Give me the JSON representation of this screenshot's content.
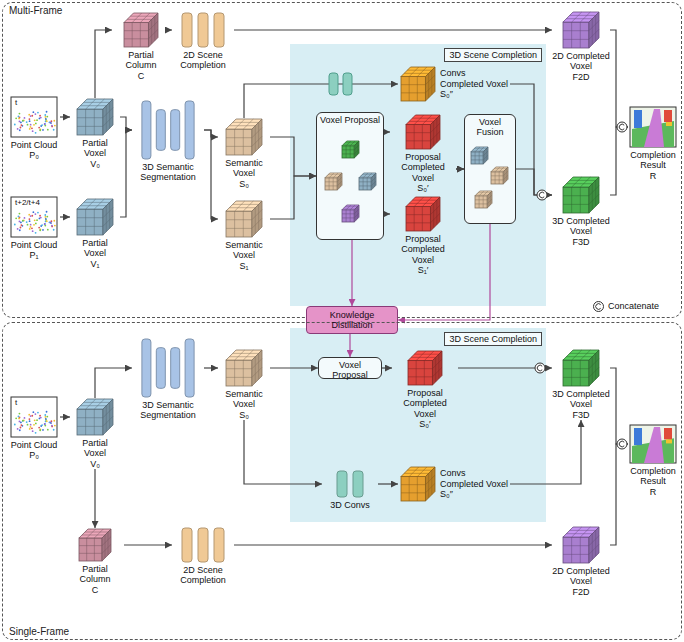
{
  "diagram": {
    "nodes": [
      {
        "text": [
          "Multi-Frame"
        ]
      },
      {
        "text": [
          "t",
          "Point Cloud",
          "P₀"
        ],
        "in": 0
      },
      {
        "text": [
          "t+2/t+4",
          "Point Cloud",
          "P₁"
        ],
        "in": 0
      },
      {
        "text": [
          "Partial Voxel",
          "V₀"
        ],
        "in": 0
      },
      {
        "text": [
          "Partial Voxel",
          "V₁"
        ],
        "in": 0
      },
      {
        "text": [
          "Partial Column",
          "C"
        ],
        "in": 0
      },
      {
        "text": [
          "2D Scene Completion"
        ],
        "in": 0
      },
      {
        "text": [
          "3D Semantic Segmentation"
        ],
        "in": 0
      },
      {
        "text": [
          "Semantic Voxel",
          "S₀"
        ],
        "in": 0
      },
      {
        "text": [
          "Semantic Voxel",
          "S₁"
        ],
        "in": 0
      },
      {
        "text": [
          "3D Scene Completion"
        ],
        "in": 0
      },
      {
        "text": [
          "Convs Completed Voxel",
          "S₀″"
        ],
        "in": 10
      },
      {
        "text": [
          "Voxel Proposal"
        ],
        "in": 10
      },
      {
        "text": [
          "Proposal Completed Voxel",
          "S₀′"
        ],
        "in": 10
      },
      {
        "text": [
          "Proposal Completed Voxel",
          "S₁′"
        ],
        "in": 10
      },
      {
        "text": [
          "Voxel Fusion"
        ],
        "in": 10
      },
      {
        "text": [
          "2D Completed Voxel",
          "F2D"
        ],
        "in": 0
      },
      {
        "text": [
          "3D Completed Voxel",
          "F3D"
        ],
        "in": 0
      },
      {
        "text": [
          "Completion Result",
          "R"
        ],
        "in": 0
      },
      {
        "text": [
          "Knowledge Distillation"
        ]
      },
      {
        "text": [
          "Single-Frame"
        ]
      },
      {
        "text": [
          "t",
          "Point Cloud",
          "P₀"
        ],
        "in": 20
      },
      {
        "text": [
          "Partial Voxel",
          "V₀"
        ],
        "in": 20
      },
      {
        "text": [
          "3D Semantic Segmentation"
        ],
        "in": 20
      },
      {
        "text": [
          "Semantic Voxel",
          "S₀"
        ],
        "in": 20
      },
      {
        "text": [
          "3D Scene Completion"
        ],
        "in": 20
      },
      {
        "text": [
          "Voxel Proposal"
        ],
        "in": 25
      },
      {
        "text": [
          "Proposal Completed Voxel",
          "S₀′"
        ],
        "in": 25
      },
      {
        "text": [
          "3D Convs"
        ],
        "in": 25
      },
      {
        "text": [
          "Convs Completed Voxel",
          "S₀″"
        ],
        "in": 25
      },
      {
        "text": [
          "3D Completed Voxel",
          "F3D"
        ],
        "in": 20
      },
      {
        "text": [
          "2D Completed Voxel",
          "F2D"
        ],
        "in": 20
      },
      {
        "text": [
          "Completion Result",
          "R"
        ],
        "in": 20
      },
      {
        "text": [
          "Partial Column",
          "C"
        ],
        "in": 20
      },
      {
        "text": [
          "2D Scene Completion"
        ],
        "in": 20
      }
    ],
    "edges": [
      {
        "from": 1,
        "to": 3,
        "arrow": "to"
      },
      {
        "from": 2,
        "to": 4,
        "arrow": "to"
      },
      {
        "from": 3,
        "to": 5,
        "arrow": "to"
      },
      {
        "from": 5,
        "to": 6,
        "arrow": "to"
      },
      {
        "from": 6,
        "to": 16,
        "arrow": "to"
      },
      {
        "from": 3,
        "to": 7,
        "arrow": "to"
      },
      {
        "from": 4,
        "to": 7,
        "arrow": "to"
      },
      {
        "from": 7,
        "to": 8,
        "arrow": "to"
      },
      {
        "from": 7,
        "to": 9,
        "arrow": "to"
      },
      {
        "from": 8,
        "to": 11,
        "arrow": "to"
      },
      {
        "from": 8,
        "to": 12,
        "arrow": "to"
      },
      {
        "from": 9,
        "to": 12,
        "arrow": "to"
      },
      {
        "from": 12,
        "to": 13,
        "arrow": "to"
      },
      {
        "from": 12,
        "to": 14,
        "arrow": "to"
      },
      {
        "from": 13,
        "to": 15,
        "arrow": "to"
      },
      {
        "from": 14,
        "to": 15,
        "arrow": "to"
      },
      {
        "from": 15,
        "to": 17,
        "arrow": "to"
      },
      {
        "from": 11,
        "to": 17,
        "arrow": "to"
      },
      {
        "from": 16,
        "to": 18,
        "arrow": "to"
      },
      {
        "from": 17,
        "to": 18,
        "arrow": "to"
      },
      {
        "from": 12,
        "to": 19,
        "arrow": "to"
      },
      {
        "from": 15,
        "to": 19,
        "arrow": "to"
      },
      {
        "from": 19,
        "to": 26,
        "arrow": "to"
      },
      {
        "from": 21,
        "to": 22,
        "arrow": "to"
      },
      {
        "from": 22,
        "to": 23,
        "arrow": "to"
      },
      {
        "from": 23,
        "to": 24,
        "arrow": "to"
      },
      {
        "from": 24,
        "to": 26,
        "arrow": "to"
      },
      {
        "from": 26,
        "to": 27,
        "arrow": "to"
      },
      {
        "from": 27,
        "to": 30,
        "arrow": "to"
      },
      {
        "from": 24,
        "to": 28,
        "arrow": "to"
      },
      {
        "from": 28,
        "to": 29,
        "arrow": "to"
      },
      {
        "from": 29,
        "to": 30,
        "arrow": "to"
      },
      {
        "from": 30,
        "to": 32,
        "arrow": "to"
      },
      {
        "from": 31,
        "to": 32,
        "arrow": "to"
      },
      {
        "from": 22,
        "to": 33,
        "arrow": "to"
      },
      {
        "from": 33,
        "to": 34,
        "arrow": "to"
      },
      {
        "from": 34,
        "to": 31,
        "arrow": "to"
      }
    ],
    "legend": [
      {
        "text": "Concatenate"
      }
    ]
  }
}
